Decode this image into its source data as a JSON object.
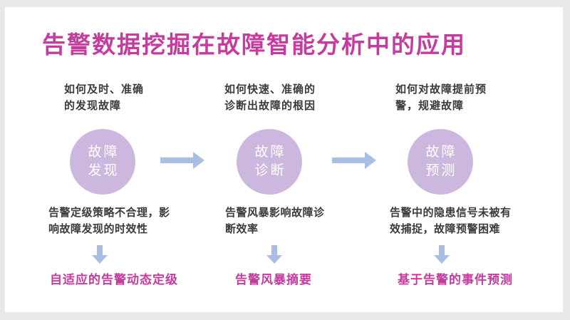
{
  "slide": {
    "title": "告警数据挖掘在故障智能分析中的应用"
  },
  "colors": {
    "title": "#c53b9e",
    "solution_text": "#c53b9e",
    "circle_fill": "#ccb8de",
    "circle_text": "#ffffff",
    "arrow": "#a9bee4",
    "body_text": "#3b3b3b",
    "frame_background": "#e9e9e9",
    "slide_background": "#ffffff"
  },
  "columns": [
    {
      "name": "fault-discovery",
      "question": "如何及时、准确\n的发现故障",
      "stage": "故障\n发现",
      "problem": "告警定级策略不合理，影\n响故障发现的时效性",
      "solution": "自适应的告警动态定级"
    },
    {
      "name": "fault-diagnosis",
      "question": "如何快速、准确的\n诊断出故障的根因",
      "stage": "故障\n诊断",
      "problem": "告警风暴影响故障诊\n断效率",
      "solution": "告警风暴摘要"
    },
    {
      "name": "fault-prediction",
      "question": "如何对故障提前预\n警，规避故障",
      "stage": "故障\n预测",
      "problem": "告警中的隐患信号未被有\n效捕捉，故障预警困难",
      "solution": "基于告警的事件预测"
    }
  ]
}
